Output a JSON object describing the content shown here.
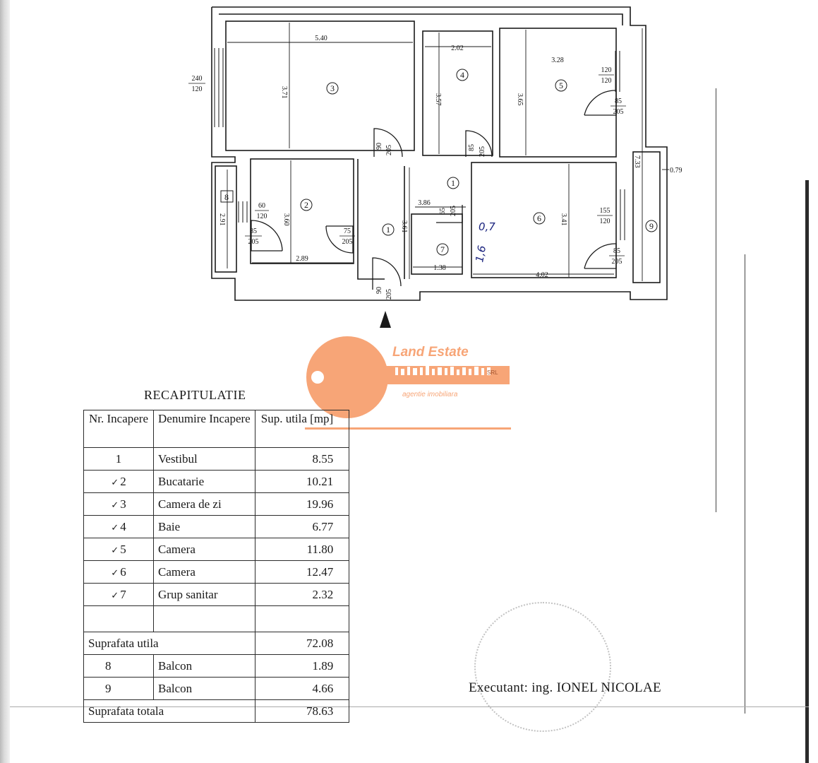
{
  "plan": {
    "rooms": [
      {
        "no": "3",
        "dims": [
          "5.40",
          "3.71"
        ]
      },
      {
        "no": "4",
        "dims": [
          "2.02",
          "3.57"
        ]
      },
      {
        "no": "5",
        "dims": [
          "3.28",
          "3.65"
        ]
      },
      {
        "no": "2",
        "dims": [
          "2.89",
          "3.60"
        ]
      },
      {
        "no": "6",
        "dims": [
          "4.02",
          "3.41"
        ]
      },
      {
        "no": "7",
        "dims": [
          "1.38"
        ]
      },
      {
        "no": "1"
      },
      {
        "no": "8",
        "dims": [
          "2.91"
        ]
      },
      {
        "no": "9",
        "dims": [
          "7.33",
          "0.79"
        ]
      }
    ],
    "extra_dims": [
      "3.86",
      "3.61"
    ],
    "openings": {
      "window_3": [
        "240",
        "120"
      ],
      "window_5": [
        "120",
        "120"
      ],
      "window_2": [
        "60",
        "120"
      ],
      "window_6": [
        "155",
        "120"
      ],
      "door_3": [
        "90",
        "205"
      ],
      "door_4": [
        "85",
        "205"
      ],
      "door_5": [
        "85",
        "205"
      ],
      "door_2": [
        "75",
        "205"
      ],
      "door_8": [
        "85",
        "205"
      ],
      "door_7": [
        "65",
        "205"
      ],
      "door_6": [
        "85",
        "205"
      ],
      "door_entry": [
        "90",
        "205"
      ]
    },
    "handwritten": [
      "0,7",
      "1,6"
    ]
  },
  "logo": {
    "brand": "Land Estate",
    "subtitle": "agentie imobiliara",
    "badge": "SRL",
    "colors": {
      "accent": "#f7a577"
    }
  },
  "recap": {
    "title": "RECAPITULATIE",
    "headers": [
      "Nr. Incapere",
      "Denumire Incapere",
      "Sup. utila [mp]"
    ],
    "rows": [
      {
        "nr": "1",
        "name": "Vestibul",
        "area": "8.55",
        "checked": false
      },
      {
        "nr": "2",
        "name": "Bucatarie",
        "area": "10.21",
        "checked": true
      },
      {
        "nr": "3",
        "name": "Camera de zi",
        "area": "19.96",
        "checked": true
      },
      {
        "nr": "4",
        "name": "Baie",
        "area": "6.77",
        "checked": true
      },
      {
        "nr": "5",
        "name": "Camera",
        "area": "11.80",
        "checked": true
      },
      {
        "nr": "6",
        "name": "Camera",
        "area": "12.47",
        "checked": true
      },
      {
        "nr": "7",
        "name": "Grup sanitar",
        "area": "2.32",
        "checked": true
      }
    ],
    "useful_label": "Suprafata utila",
    "useful_value": "72.08",
    "balconies": [
      {
        "nr": "8",
        "name": "Balcon",
        "area": "1.89"
      },
      {
        "nr": "9",
        "name": "Balcon",
        "area": "4.66"
      }
    ],
    "total_label": "Suprafata totala",
    "total_value": "78.63"
  },
  "executant": "Executant: ing. IONEL NICOLAE"
}
